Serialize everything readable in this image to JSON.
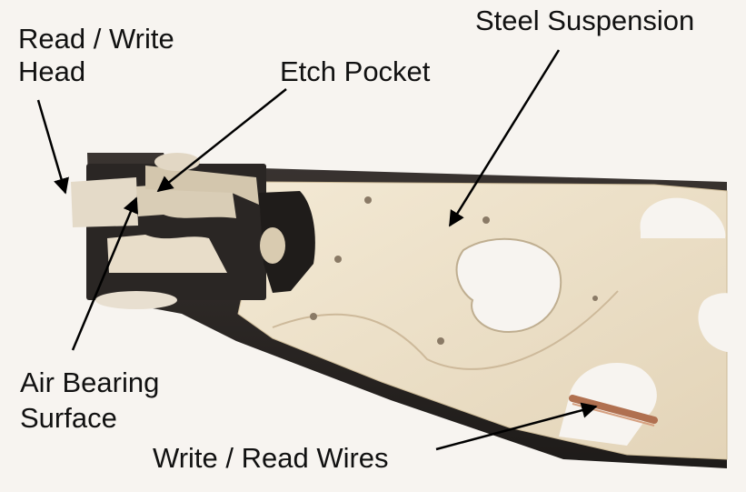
{
  "labels": {
    "read_write_head": [
      "Read / Write",
      "Head"
    ],
    "etch_pocket": "Etch Pocket",
    "steel_suspension": "Steel Suspension",
    "air_bearing_surface": [
      "Air Bearing",
      "Surface"
    ],
    "write_read_wires": "Write / Read Wires"
  },
  "colors": {
    "background": "#f7f4f0",
    "suspension": "#ece0c8",
    "dark_frame": "#2e2a27",
    "slider": "#e6dbc6",
    "wire": "#b07050",
    "arrow": "#000000"
  }
}
